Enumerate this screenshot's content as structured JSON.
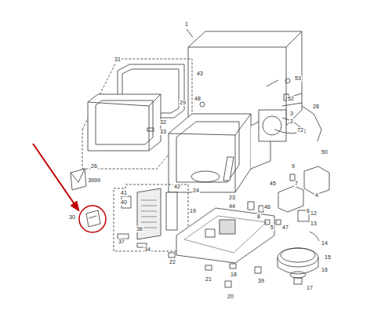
{
  "diagram": {
    "labels": [
      "1",
      "31",
      "29",
      "32",
      "33",
      "26",
      "48",
      "43",
      "53",
      "52",
      "28",
      "3",
      "2",
      "72",
      "50",
      "9",
      "7",
      "4",
      "6",
      "24",
      "42",
      "23",
      "45",
      "44",
      "8",
      "46",
      "19",
      "41",
      "40",
      "3999",
      "30",
      "36",
      "37",
      "34",
      "5",
      "47",
      "12",
      "13",
      "14",
      "15",
      "16",
      "17",
      "22",
      "21",
      "18",
      "39",
      "20"
    ]
  }
}
